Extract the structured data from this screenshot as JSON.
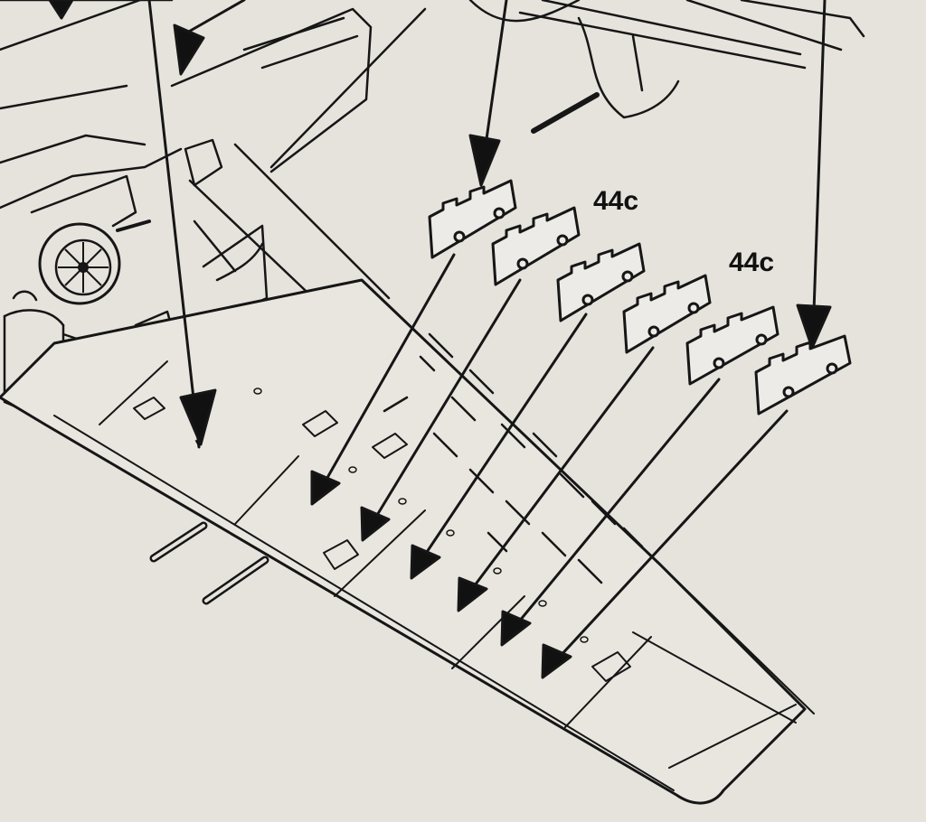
{
  "diagram": {
    "part_callouts": [
      {
        "id": "callout-upper",
        "label": "44c"
      },
      {
        "id": "callout-right",
        "label": "44c"
      }
    ],
    "bracket_count": 6,
    "colors": {
      "ink": "#161616",
      "paper": "#e6e3dd"
    }
  }
}
